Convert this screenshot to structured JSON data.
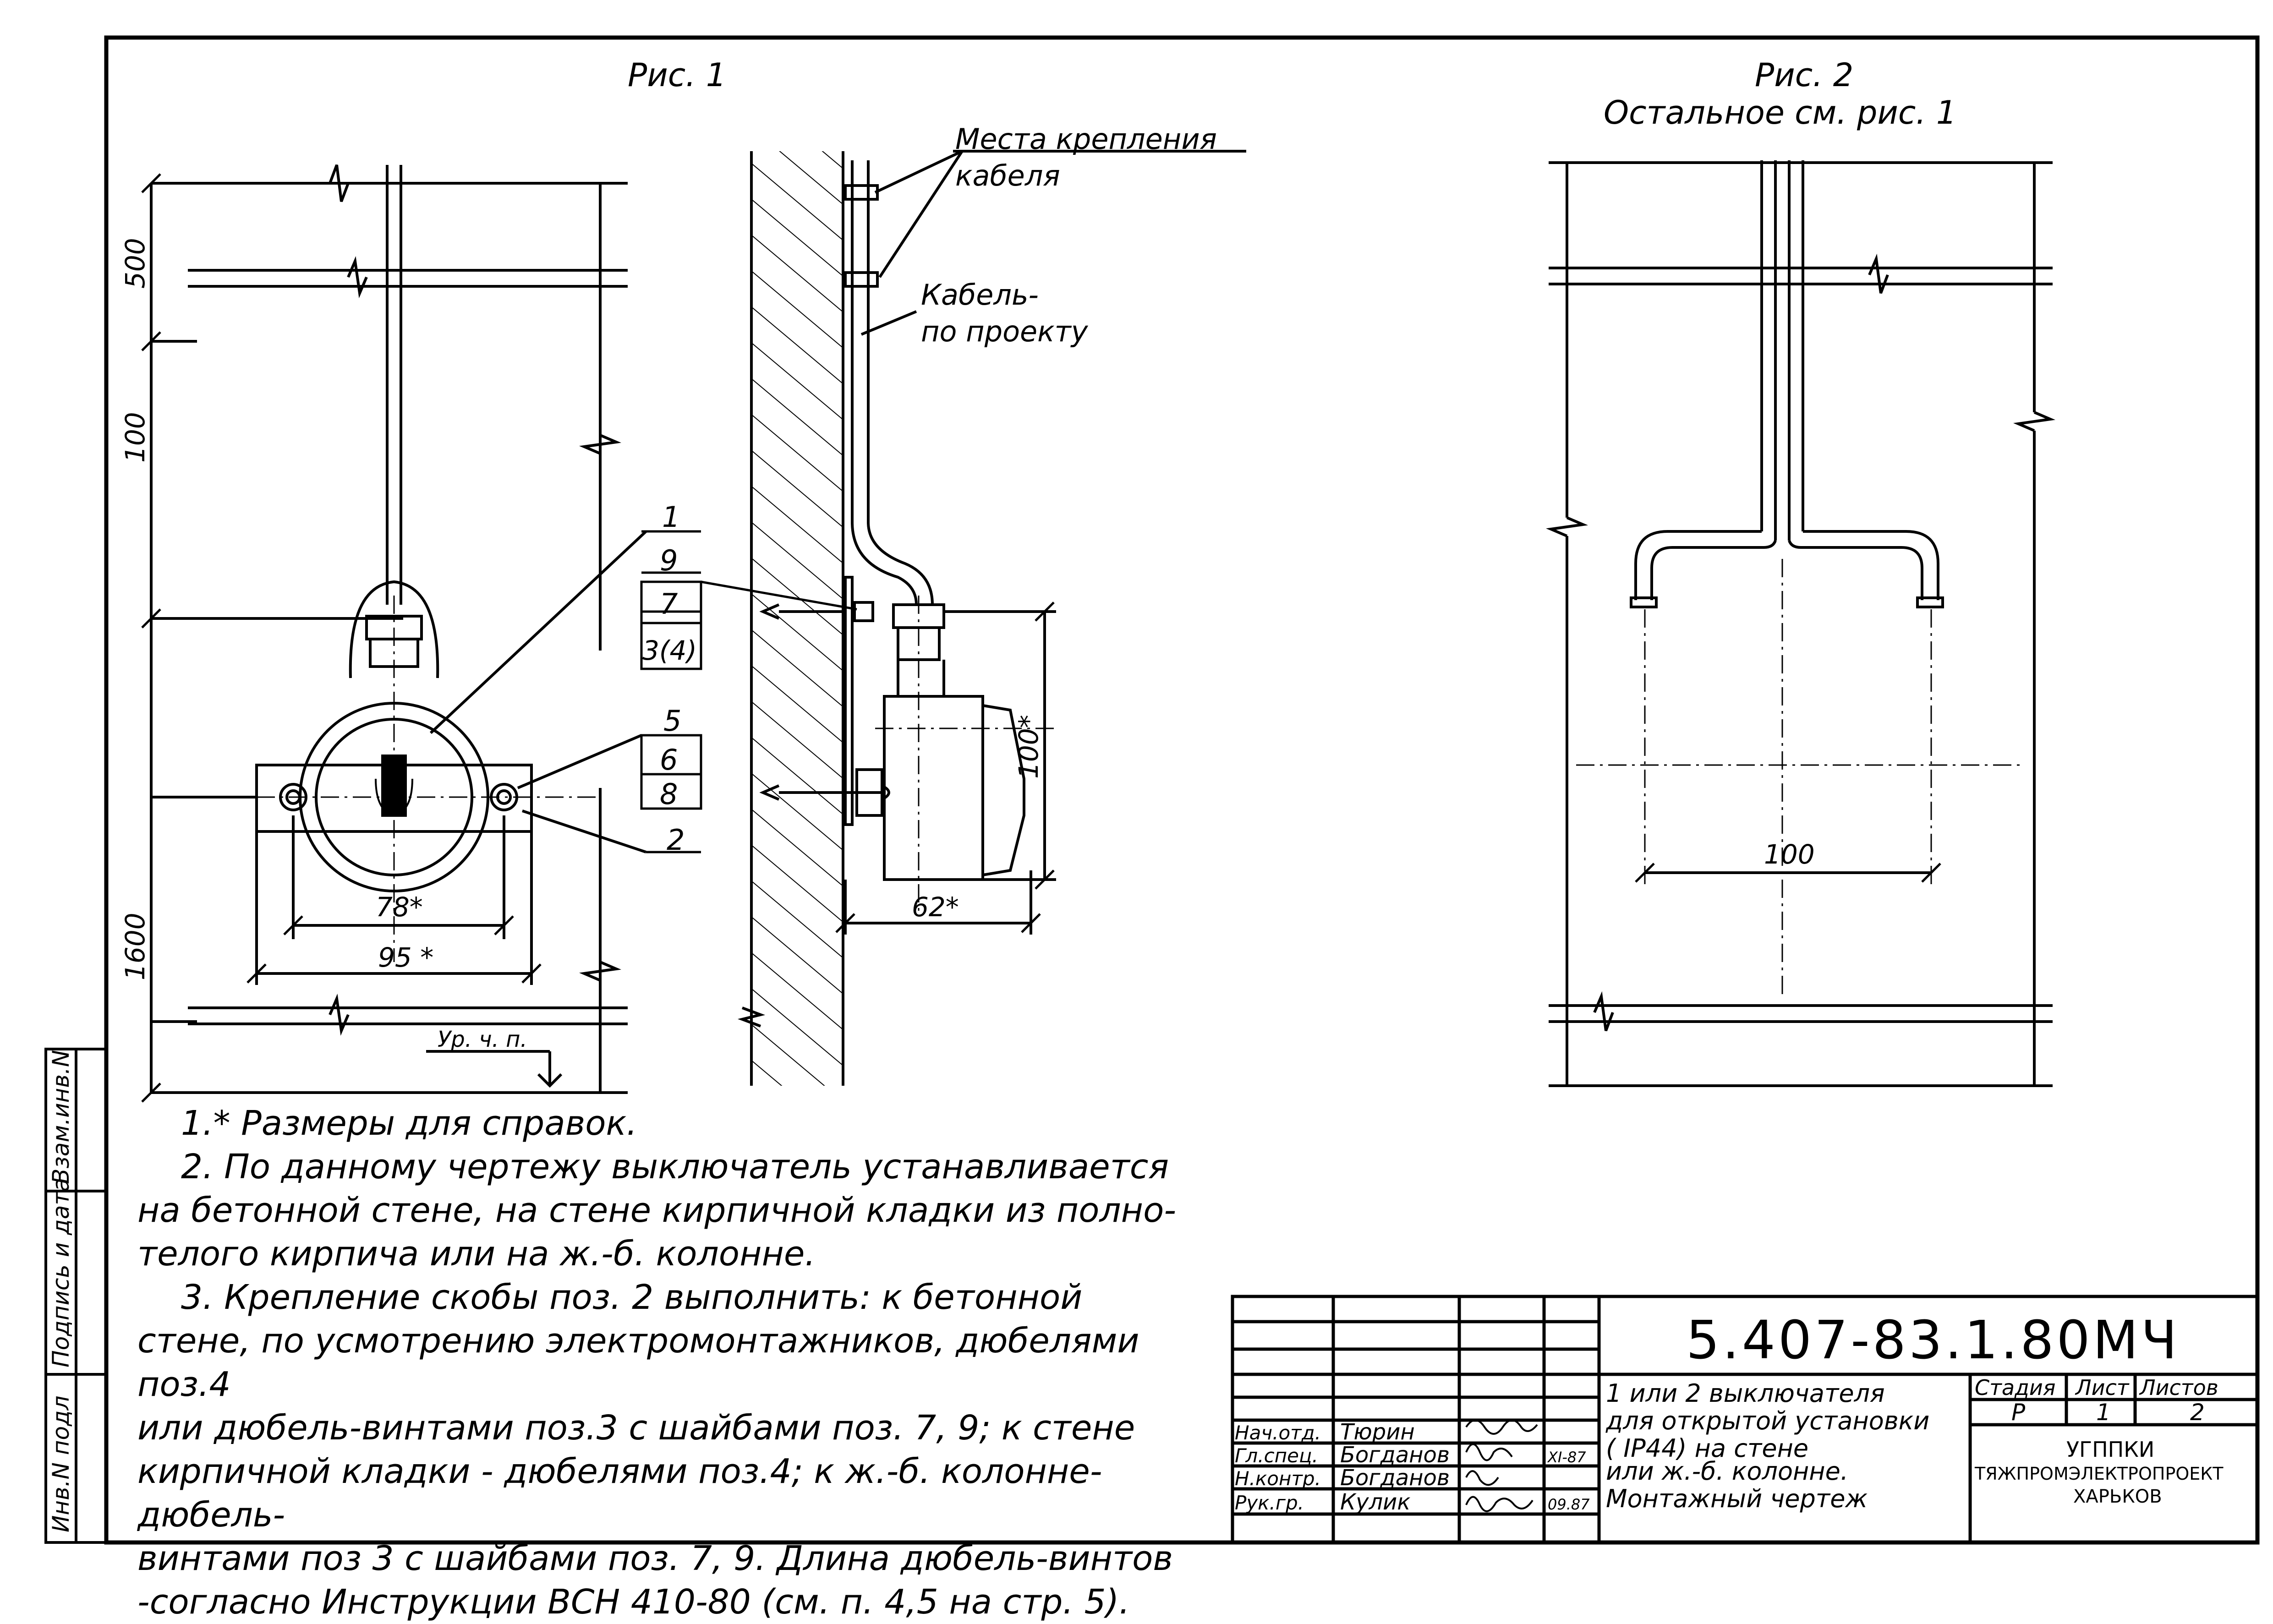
{
  "figures": {
    "fig1": {
      "title": "Рис. 1"
    },
    "fig2": {
      "title": "Рис. 2",
      "subtitle": "Остальное см. рис. 1"
    }
  },
  "labels": {
    "mounting_points_1": "Места крепления",
    "mounting_points_2": "кабеля",
    "cable_1": "Кабель-",
    "cable_2": "по проекту",
    "floor_level": "Ур. ч. п."
  },
  "dimensions": {
    "d500": "500",
    "d100_vertical": "100",
    "d1600": "1600",
    "d78": "78*",
    "d95": "95 *",
    "d62": "62*",
    "d100_side": "100*",
    "d100_fig2": "100"
  },
  "positions": {
    "p1": "1",
    "p9": "9",
    "p7": "7",
    "p3_4": "3(4)",
    "p5": "5",
    "p6": "6",
    "p8": "8",
    "p2": "2"
  },
  "notes": [
    "1.* Размеры для справок.",
    "2. По данному чертежу выключатель устанавливается",
    "на бетонной стене, на стене кирпичной кладки из полно-",
    "телого кирпича или на ж.-б. колонне.",
    "3. Крепление скобы поз. 2 выполнить: к бетонной",
    "стене, по усмотрению электромонтажников, дюбелями поз.4",
    "или дюбель-винтами поз.3 с шайбами поз. 7, 9; к стене",
    "кирпичной кладки - дюбелями поз.4; к ж.-б. колонне-дюбель-",
    "винтами поз 3 с шайбами поз. 7, 9. Длина дюбель-винтов",
    "-согласно Инструкции ВСН 410-80 (см. п. 4,5 на стр. 5)."
  ],
  "side_stamp": {
    "col1": "Инв.N подл",
    "col2": "Подпись и дата",
    "col3": "Взам.инв.N"
  },
  "title_block": {
    "doc_code": "5.407-83.1.80МЧ",
    "title": [
      "1 или 2 выключателя",
      "для открытой установки",
      "( IP44) на стене",
      "или ж.-б. колонне.",
      "Монтажный чертеж"
    ],
    "stage_header": "Стадия",
    "sheet_header": "Лист",
    "sheets_header": "Листов",
    "stage": "Р",
    "sheet": "1",
    "sheets": "2",
    "org": [
      "УГППКИ",
      "ТЯЖПРОМЭЛЕКТРОПРОЕКТ",
      "ХАРЬКОВ"
    ],
    "people": [
      {
        "role": "Нач.отд.",
        "name": "Тюрин",
        "date": ""
      },
      {
        "role": "Гл.спец.",
        "name": "Богданов",
        "date": "XI-87"
      },
      {
        "role": "Н.контр.",
        "name": "Богданов",
        "date": ""
      },
      {
        "role": "Рук.гр.",
        "name": "Кулик",
        "date": "09.87"
      }
    ]
  }
}
